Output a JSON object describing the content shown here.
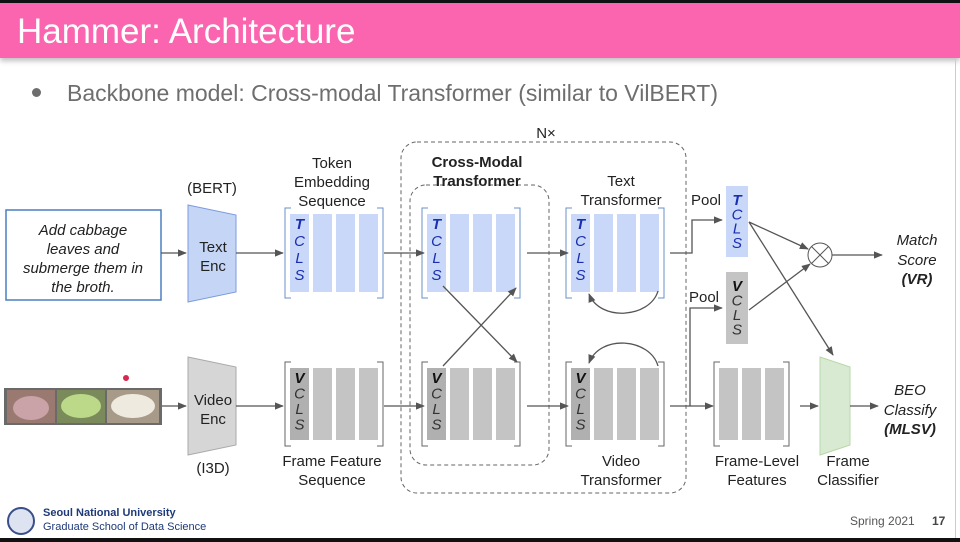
{
  "slide": {
    "title": "Hammer: Architecture",
    "bullet": "Backbone model: Cross-modal Transformer (similar to VilBERT)",
    "footer_university": "Seoul National University",
    "footer_school": "Graduate School of Data Science",
    "footer_term": "Spring 2021",
    "page_number": "17"
  },
  "diagram": {
    "input_text": [
      "Add cabbage",
      "leaves and",
      "submerge them in",
      "the broth."
    ],
    "bert_label": "(BERT)",
    "text_enc": [
      "Text",
      "Enc"
    ],
    "video_enc": [
      "Video",
      "Enc"
    ],
    "i3d_label": "(I3D)",
    "token_seq": [
      "Token",
      "Embedding",
      "Sequence"
    ],
    "frame_seq": [
      "Frame Feature",
      "Sequence"
    ],
    "nx": "N×",
    "cross_modal": [
      "Cross-Modal",
      "Transformer"
    ],
    "text_transformer": [
      "Text",
      "Transformer"
    ],
    "video_transformer": [
      "Video",
      "Transformer"
    ],
    "pool": "Pool",
    "text_cls": [
      "T",
      "C",
      "L",
      "S"
    ],
    "video_cls": [
      "V",
      "C",
      "L",
      "S"
    ],
    "frame_level": [
      "Frame-Level",
      "Features"
    ],
    "frame_classifier": [
      "Frame",
      "Classifier"
    ],
    "match_score": [
      "Match",
      "Score",
      "(VR)"
    ],
    "beo_classify": [
      "BEO",
      "Classify",
      "(MLSV)"
    ],
    "colors": {
      "text_block": "#c9d8f8",
      "video_block": "#c4c4c4",
      "classifier": "#d9ead3",
      "header": "#fb64ae",
      "cls_text": "#1a2fb0"
    }
  }
}
